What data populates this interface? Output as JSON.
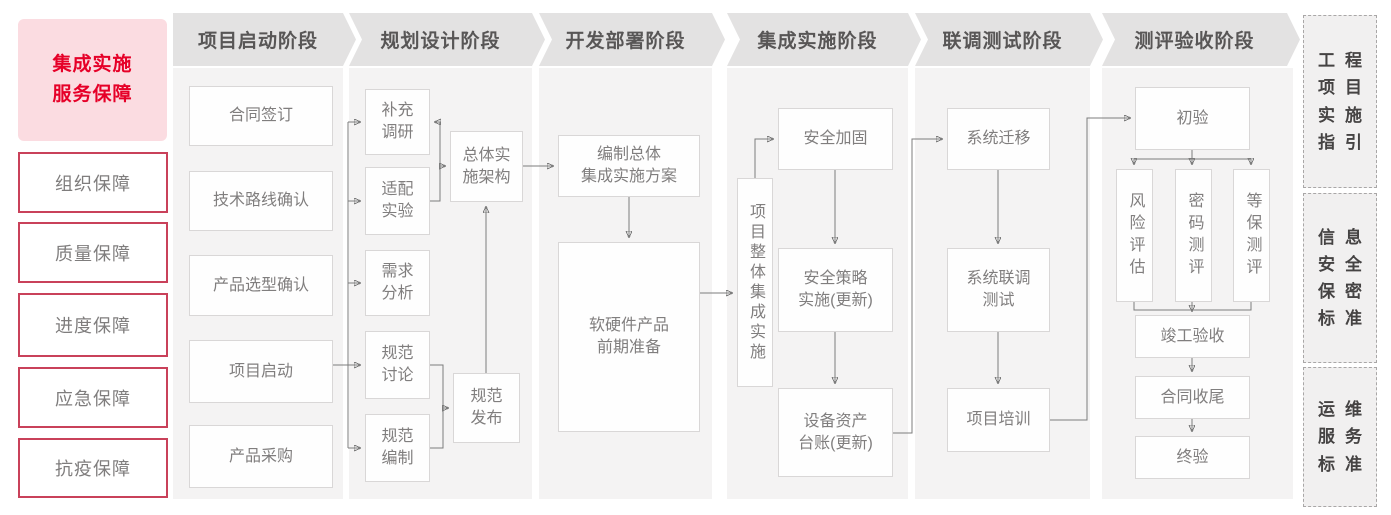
{
  "sidebar": {
    "title": "集成实施\n服务保障",
    "items": [
      "组织保障",
      "质量保障",
      "进度保障",
      "应急保障",
      "抗疫保障"
    ]
  },
  "phases": [
    "项目启动阶段",
    "规划设计阶段",
    "开发部署阶段",
    "集成实施阶段",
    "联调测试阶段",
    "测评验收阶段"
  ],
  "nodes": {
    "contract_sign": "合同签订",
    "tech_route": "技术路线确认",
    "product_select": "产品选型确认",
    "project_kickoff": "项目启动",
    "procurement": "产品采购",
    "supplement_research": "补充\n调研",
    "adaptation_test": "适配\n实验",
    "requirement_analysis": "需求\n分析",
    "spec_discussion": "规范\n讨论",
    "spec_drafting": "规范\n编制",
    "overall_architecture": "总体实\n施架构",
    "spec_release": "规范\n发布",
    "overall_plan": "编制总体\n集成实施方案",
    "product_preparation": "软硬件产品\n前期准备",
    "overall_integration": "项目整体集成实施",
    "security_hardening": "安全加固",
    "security_policy": "安全策略\n实施(更新)",
    "asset_ledger": "设备资产\n台账(更新)",
    "system_migration": "系统迁移",
    "joint_testing": "系统联调\n测试",
    "project_training": "项目培训",
    "initial_acceptance": "初验",
    "risk_assessment": "风险评估",
    "crypto_evaluation": "密码测评",
    "classified_protection": "等保测评",
    "completion_acceptance": "竣工验收",
    "contract_closure": "合同收尾",
    "final_acceptance": "终验"
  },
  "standards": [
    {
      "rows": [
        "工程",
        "项目",
        "实施",
        "指引"
      ]
    },
    {
      "rows": [
        "信息",
        "安全",
        "保密",
        "标准"
      ]
    },
    {
      "rows": [
        "运维",
        "服务",
        "标准"
      ]
    }
  ],
  "colors": {
    "accent_red": "#e60028",
    "accent_pink_bg": "#fbdce1",
    "guarantee_border": "#c9415a",
    "banner_bg": "#e3e2e2",
    "column_bg": "#f4f3f3",
    "box_border": "#d9d7d7",
    "text_gray": "#807e7e",
    "line_gray": "#7c7c7c"
  }
}
